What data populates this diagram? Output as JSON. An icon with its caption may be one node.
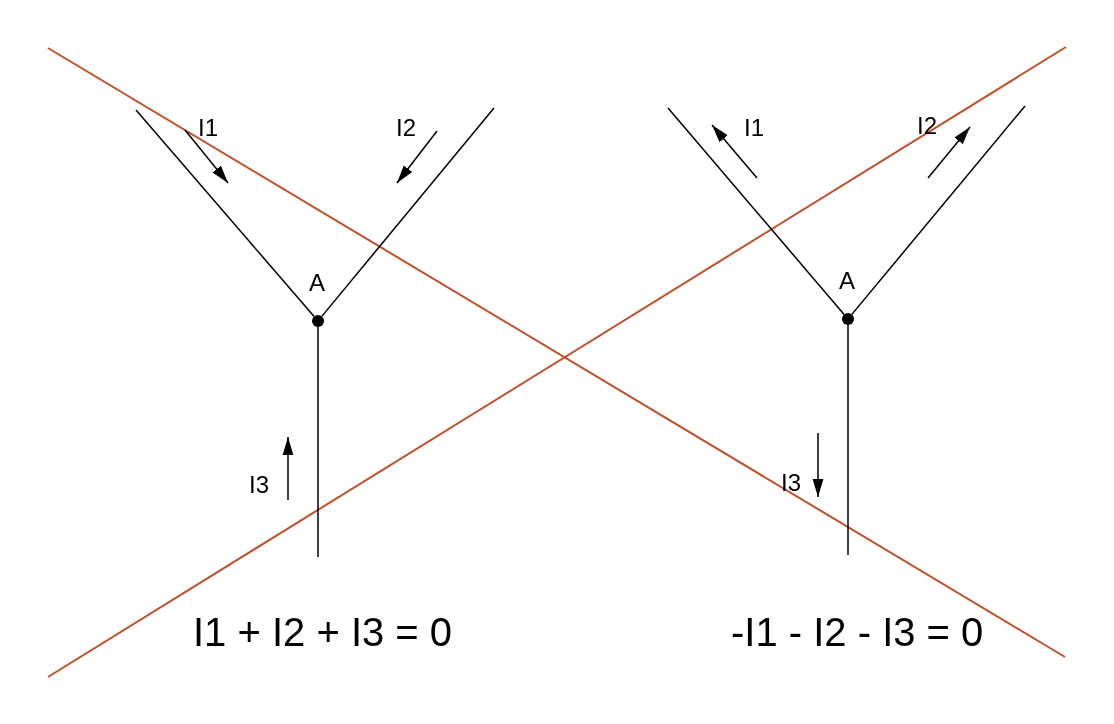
{
  "diagram": {
    "nodes": [
      {
        "text": [],
        "shape": "circle",
        "beside": [
          "A"
        ]
      },
      {
        "text": [],
        "shape": "circle",
        "beside": [
          "A"
        ]
      }
    ],
    "edges": [
      {
        "from": null,
        "to": 0,
        "arrow": "none"
      },
      {
        "from": null,
        "to": 0,
        "arrow": "none"
      },
      {
        "from": null,
        "to": 0,
        "arrow": "none"
      },
      {
        "from": null,
        "to": 1,
        "arrow": "none"
      },
      {
        "from": null,
        "to": 1,
        "arrow": "none"
      },
      {
        "from": null,
        "to": 1,
        "arrow": "none"
      }
    ],
    "labels": [
      "I1",
      "I2",
      "I1",
      "I2",
      "I3",
      "I3",
      "I1 + I2 + I3 = 0",
      "-I1 - I2 - I3 = 0"
    ]
  }
}
